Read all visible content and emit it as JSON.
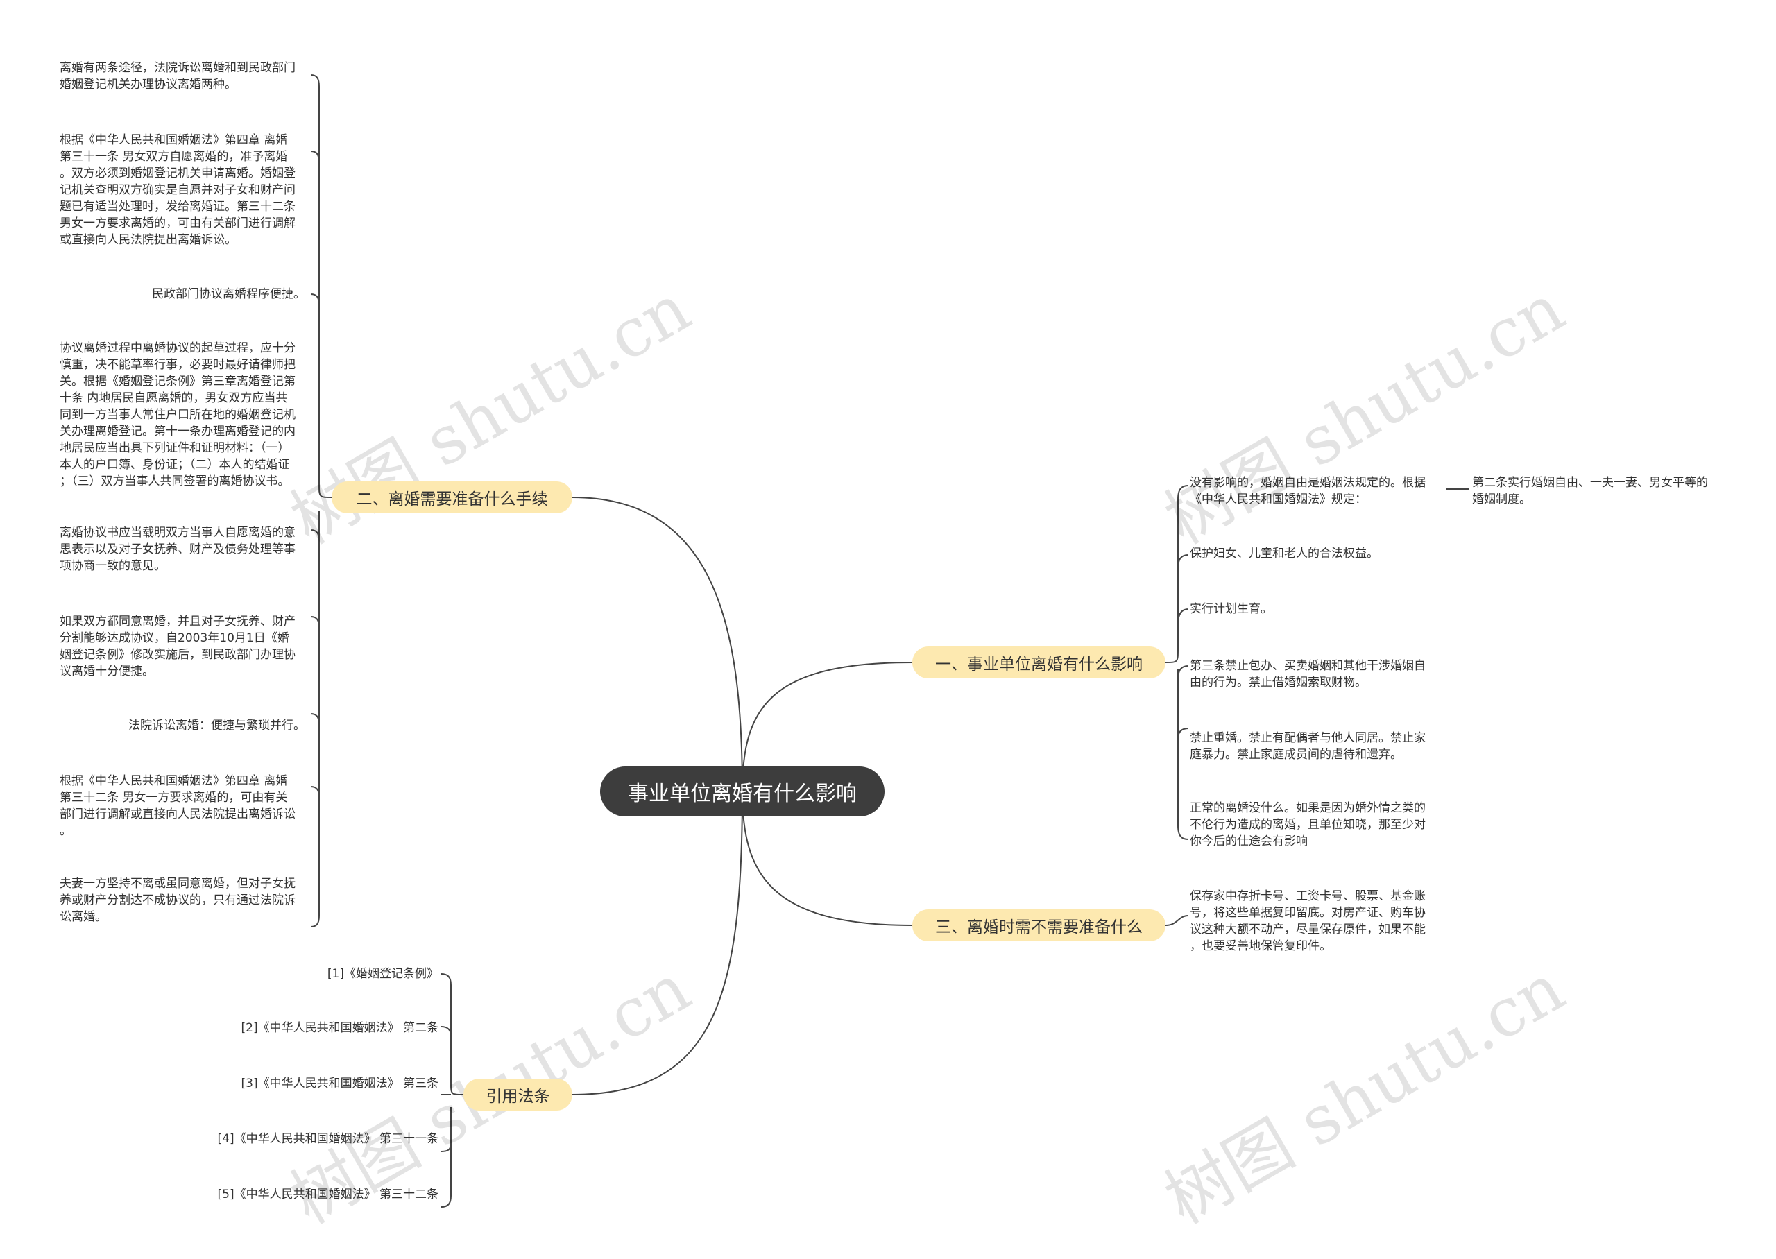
{
  "root": {
    "label": "事业单位离婚有什么影响"
  },
  "branches": {
    "b1": "一、事业单位离婚有什么影响",
    "b2": "二、离婚需要准备什么手续",
    "b3": "三、离婚时需不需要准备什么",
    "b4": "引用法条"
  },
  "right_leaves": {
    "r1": "没有影响的，婚姻自由是婚姻法规定的。根据\n《中华人民共和国婚姻法》规定：",
    "r1_child": "第二条实行婚姻自由、一夫一妻、男女平等的\n婚姻制度。",
    "r2": "保护妇女、儿童和老人的合法权益。",
    "r3": "实行计划生育。",
    "r4": "第三条禁止包办、买卖婚姻和其他干涉婚姻自\n由的行为。禁止借婚姻索取财物。",
    "r5": "禁止重婚。禁止有配偶者与他人同居。禁止家\n庭暴力。禁止家庭成员间的虐待和遗弃。",
    "r6": "正常的离婚没什么。如果是因为婚外情之类的\n不伦行为造成的离婚，且单位知晓，那至少对\n你今后的仕途会有影响",
    "r7": "保存家中存折卡号、工资卡号、股票、基金账\n号，将这些单据复印留底。对房产证、购车协\n议这种大额不动产，尽量保存原件，如果不能\n，也要妥善地保管复印件。"
  },
  "left_leaves": {
    "l1": "离婚有两条途径，法院诉讼离婚和到民政部门\n婚姻登记机关办理协议离婚两种。",
    "l2": "根据《中华人民共和国婚姻法》第四章 离婚\n第三十一条 男女双方自愿离婚的，准予离婚\n。双方必须到婚姻登记机关申请离婚。婚姻登\n记机关查明双方确实是自愿并对子女和财产问\n题已有适当处理时，发给离婚证。第三十二条\n男女一方要求离婚的，可由有关部门进行调解\n或直接向人民法院提出离婚诉讼。",
    "l3": "民政部门协议离婚程序便捷。",
    "l4": "协议离婚过程中离婚协议的起草过程，应十分\n慎重，决不能草率行事，必要时最好请律师把\n关。根据《婚姻登记条例》第三章离婚登记第\n十条 内地居民自愿离婚的，男女双方应当共\n同到一方当事人常住户口所在地的婚姻登记机\n关办理离婚登记。第十一条办理离婚登记的内\n地居民应当出具下列证件和证明材料：（一）\n本人的户口簿、身份证；（二）本人的结婚证\n；（三）双方当事人共同签署的离婚协议书。",
    "l5": "离婚协议书应当载明双方当事人自愿离婚的意\n思表示以及对子女抚养、财产及债务处理等事\n项协商一致的意见。",
    "l6": "如果双方都同意离婚，并且对子女抚养、财产\n分割能够达成协议，自2003年10月1日《婚\n姻登记条例》修改实施后，到民政部门办理协\n议离婚十分便捷。",
    "l7": "法院诉讼离婚：便捷与繁琐并行。",
    "l8": "根据《中华人民共和国婚姻法》第四章 离婚\n第三十二条 男女一方要求离婚的，可由有关\n部门进行调解或直接向人民法院提出离婚诉讼\n。",
    "l9": "夫妻一方坚持不离或虽同意离婚，但对子女抚\n养或财产分割达不成协议的，只有通过法院诉\n讼离婚。"
  },
  "citations": {
    "c1": "[1]《婚姻登记条例》",
    "c2": "[2]《中华人民共和国婚姻法》 第二条",
    "c3": "[3]《中华人民共和国婚姻法》 第三条",
    "c4": "[4]《中华人民共和国婚姻法》 第三十一条",
    "c5": "[5]《中华人民共和国婚姻法》 第三十二条"
  },
  "watermark": "树图 shutu.cn",
  "colors": {
    "root_bg": "#3d3d3d",
    "branch_bg": "#fde9b0",
    "line": "#444444"
  }
}
